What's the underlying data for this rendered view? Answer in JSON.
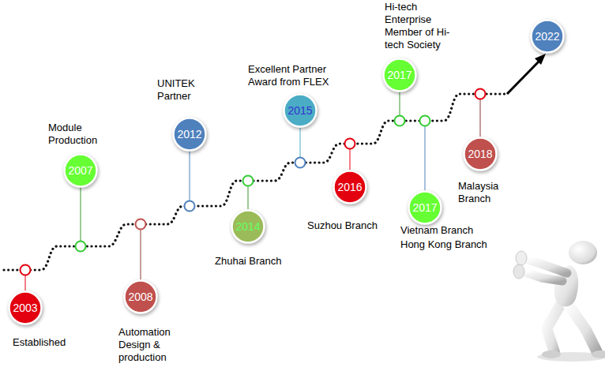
{
  "diagram": {
    "nodes": [
      {
        "text": [
          "2003",
          "Established"
        ]
      },
      {
        "text": [
          "2007",
          "Module Production"
        ]
      },
      {
        "text": [
          "2008",
          "Automation Design & production"
        ]
      },
      {
        "text": [
          "2012",
          "UNITEK Partner"
        ]
      },
      {
        "text": [
          "2014",
          "Zhuhai Branch"
        ]
      },
      {
        "text": [
          "2015",
          "Excellent Partner Award from FLEX"
        ]
      },
      {
        "text": [
          "2016",
          "Suzhou Branch"
        ]
      },
      {
        "text": [
          "2017",
          "Hi-tech Enterprise",
          "Member of Hi-tech Society"
        ]
      },
      {
        "text": [
          "2017",
          "Vietnam Branch",
          "Hong Kong Branch"
        ]
      },
      {
        "text": [
          "2018",
          "Malaysia Branch"
        ]
      },
      {
        "text": [
          "2022"
        ]
      }
    ]
  }
}
